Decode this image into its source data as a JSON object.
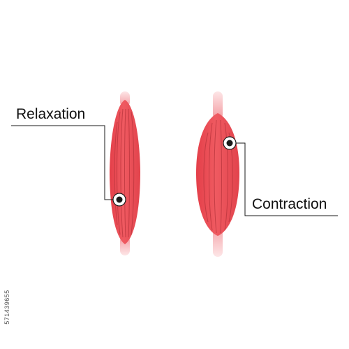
{
  "labels": {
    "relaxation": "Relaxation",
    "contraction": "Contraction"
  },
  "stock_id": "571439655",
  "colors": {
    "muscle_main": "#ea4a53",
    "muscle_highlight": "#f47a80",
    "tendon": "#f7c4c6",
    "fiber_line": "#b8343c",
    "marker": "#1a1a1a",
    "leader_line": "#1a1a1a"
  },
  "icons": {
    "relaxed_muscle": "relaxed-muscle-icon",
    "contracted_muscle": "contracted-muscle-icon",
    "marker": "target-marker-icon"
  }
}
